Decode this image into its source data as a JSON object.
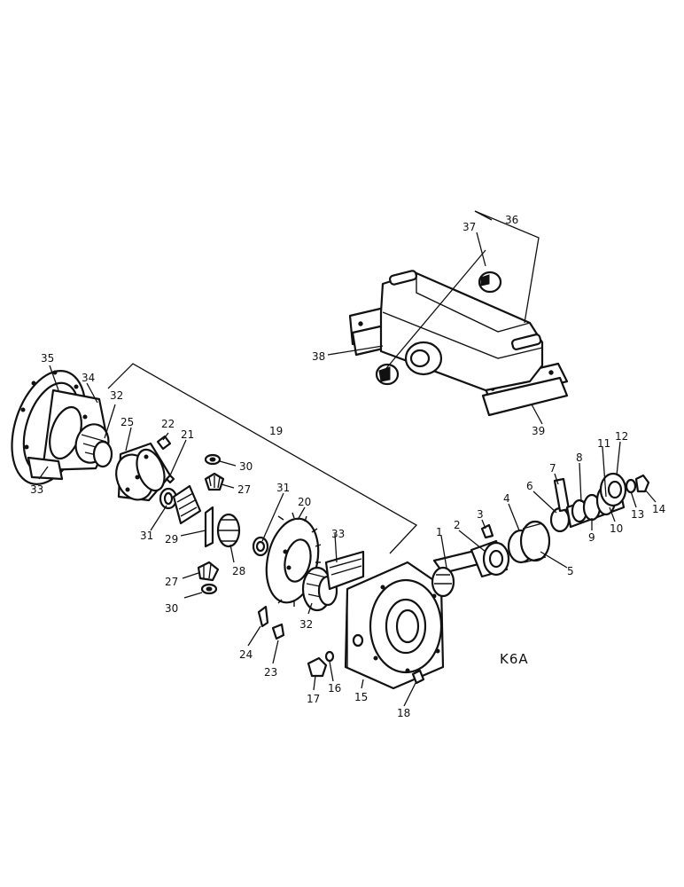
{
  "reference_code": "K6A",
  "callouts": {
    "c1": "1",
    "c2": "2",
    "c3": "3",
    "c4": "4",
    "c5": "5",
    "c6": "6",
    "c7": "7",
    "c8": "8",
    "c9": "9",
    "c10": "10",
    "c11": "11",
    "c12": "12",
    "c13": "13",
    "c14": "14",
    "c15": "15",
    "c16": "16",
    "c17": "17",
    "c18": "18",
    "c19": "19",
    "c20": "20",
    "c21": "21",
    "c22": "22",
    "c23": "23",
    "c24": "24",
    "c25": "25",
    "c27a": "27",
    "c27b": "27",
    "c28": "28",
    "c29": "29",
    "c30a": "30",
    "c30b": "30",
    "c31a": "31",
    "c31b": "31",
    "c32a": "32",
    "c32b": "32",
    "c33a": "33",
    "c33b": "33",
    "c34": "34",
    "c35": "35",
    "c36": "36",
    "c37": "37",
    "c38": "38",
    "c39": "39"
  }
}
